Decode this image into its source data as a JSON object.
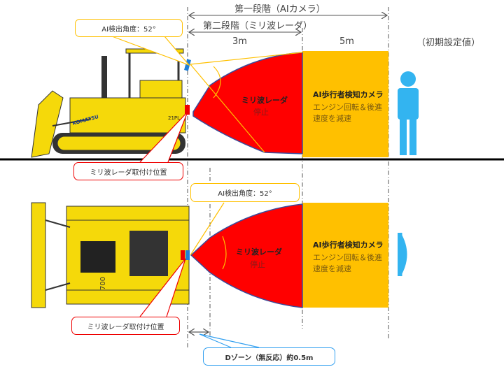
{
  "stage1": "第一段階（AIカメラ）",
  "stage2": "第二段階（ミリ波レーダ）",
  "dist_3m": "3m",
  "dist_5m": "5m",
  "initial_setting": "（初期設定値）",
  "ai_angle_callout": "AI検出角度：52°",
  "radar_mount_callout": "ミリ波レーダ取付け位置",
  "radar_zone": {
    "title": "ミリ波レーダ",
    "action": "停止"
  },
  "camera_zone": {
    "title": "AI歩行者検知カメラ",
    "action_line1": "エンジン回転＆後進",
    "action_line2": "速度を減速"
  },
  "dzone_callout": "Dゾーン（無反応）約0.5m",
  "dimension_700": "700",
  "brand_logo": "KOMATSU",
  "model_label": "21PL",
  "colors": {
    "radar": "#ff0000",
    "camera": "#ffc000",
    "person": "#33b4f0",
    "machine": "#f5d90a"
  }
}
